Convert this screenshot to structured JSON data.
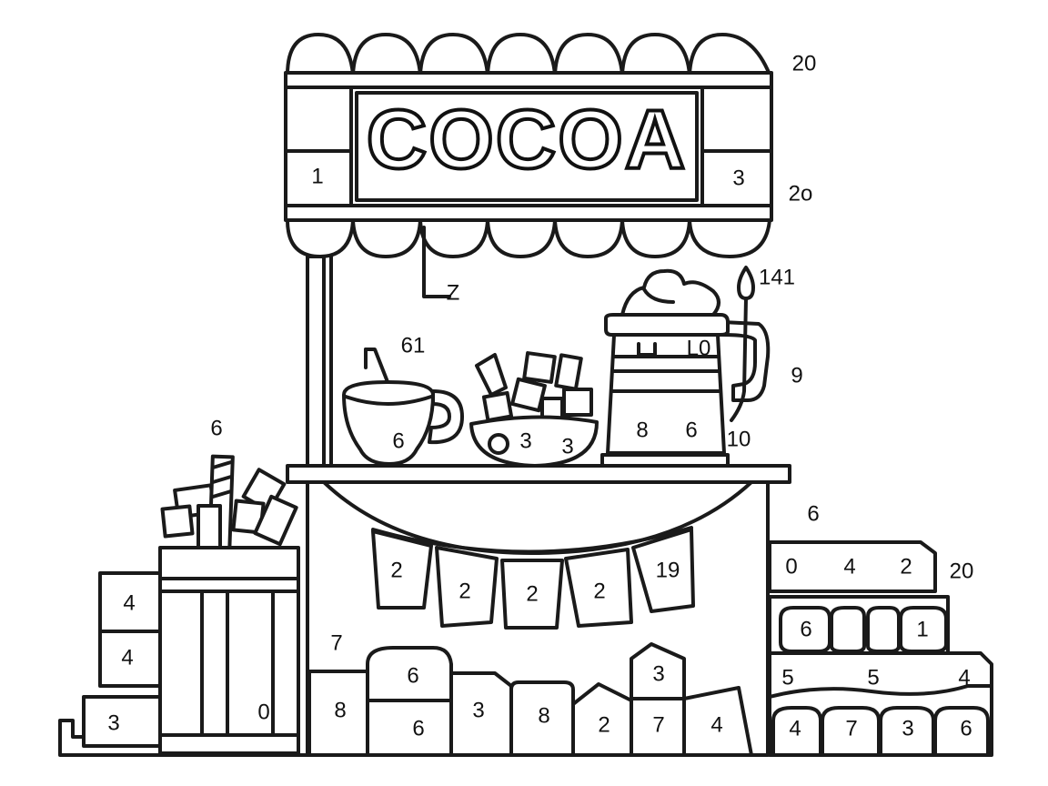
{
  "sign": {
    "title": "COCOA"
  },
  "numbers": {
    "awning_right_top": "20",
    "sign_left_panel": "1",
    "sign_right_panel": "3",
    "awning_right_mid": "2o",
    "hook_label": "Z",
    "spoon_label": "141",
    "pitcher_handle": "9",
    "pitcher_bottom": "10",
    "pitcher_band_left": "8",
    "pitcher_band_right": "6",
    "pitcher_window": "L0",
    "straw_label": "61",
    "cup_body": "6",
    "bowl_left": "3",
    "bowl_right": "3",
    "left_crate_top": "6",
    "left_box_a": "4",
    "left_box_b": "4",
    "left_box_c": "3",
    "left_crate_bottom": "0",
    "flag_1": "2",
    "flag_2": "2",
    "flag_3": "2",
    "flag_4": "2",
    "flag_5": "19",
    "front_label": "7",
    "front_box_1": "8",
    "front_box_2_top": "6",
    "front_box_2_bottom": "6",
    "front_box_3": "3",
    "front_box_4": "8",
    "front_box_5": "2",
    "front_box_6_top": "3",
    "front_box_6_bottom": "7",
    "front_box_7": "4",
    "right_top_label": "6",
    "shelf_1": "0",
    "shelf_2": "4",
    "shelf_3": "2",
    "shelf_side": "20",
    "mug_1": "6",
    "mug_4": "1",
    "scallop_1": "5",
    "scallop_2": "5",
    "scallop_3": "4",
    "bottom_1": "4",
    "bottom_2": "7",
    "bottom_3": "3",
    "bottom_4": "6"
  }
}
